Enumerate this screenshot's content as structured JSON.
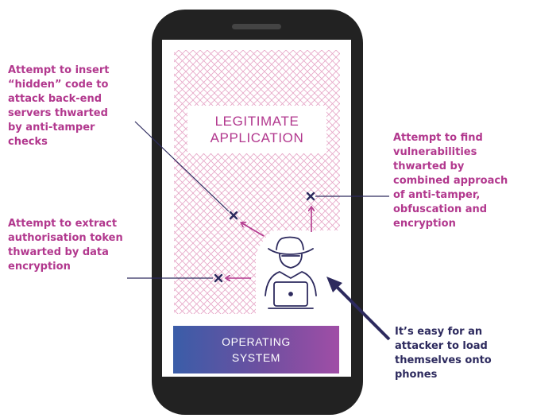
{
  "app": {
    "legitimate_line1": "LEGITIMATE",
    "legitimate_line2": "APPLICATION",
    "os_line1": "OPERATING",
    "os_line2": "SYSTEM"
  },
  "callouts": {
    "hidden_code": [
      "Attempt to insert",
      "“hidden” code to",
      "attack back-end",
      "servers thwarted",
      "by anti-tamper",
      "checks"
    ],
    "auth_token": [
      "Attempt to extract",
      "authorisation token",
      "thwarted by data",
      "encryption"
    ],
    "vulnerabilities": [
      "Attempt to find",
      "vulnerabilities",
      "thwarted by",
      "combined approach",
      "of anti-tamper,",
      "obfuscation and",
      "encryption"
    ],
    "easy_attacker": [
      "It’s easy for an",
      "attacker to load",
      "themselves onto",
      "phones"
    ]
  },
  "icons": {
    "attacker": "hacker-with-hat-and-laptop-icon",
    "blocked": "x-mark-icon",
    "arrow": "arrow-icon"
  },
  "colors": {
    "phone_body": "#222222",
    "accent_pink": "#b2388e",
    "accent_navy": "#2d2a5e",
    "gradient_start": "#3a5da8",
    "gradient_end": "#a04ea6",
    "hatch": "#e6a5c6"
  }
}
